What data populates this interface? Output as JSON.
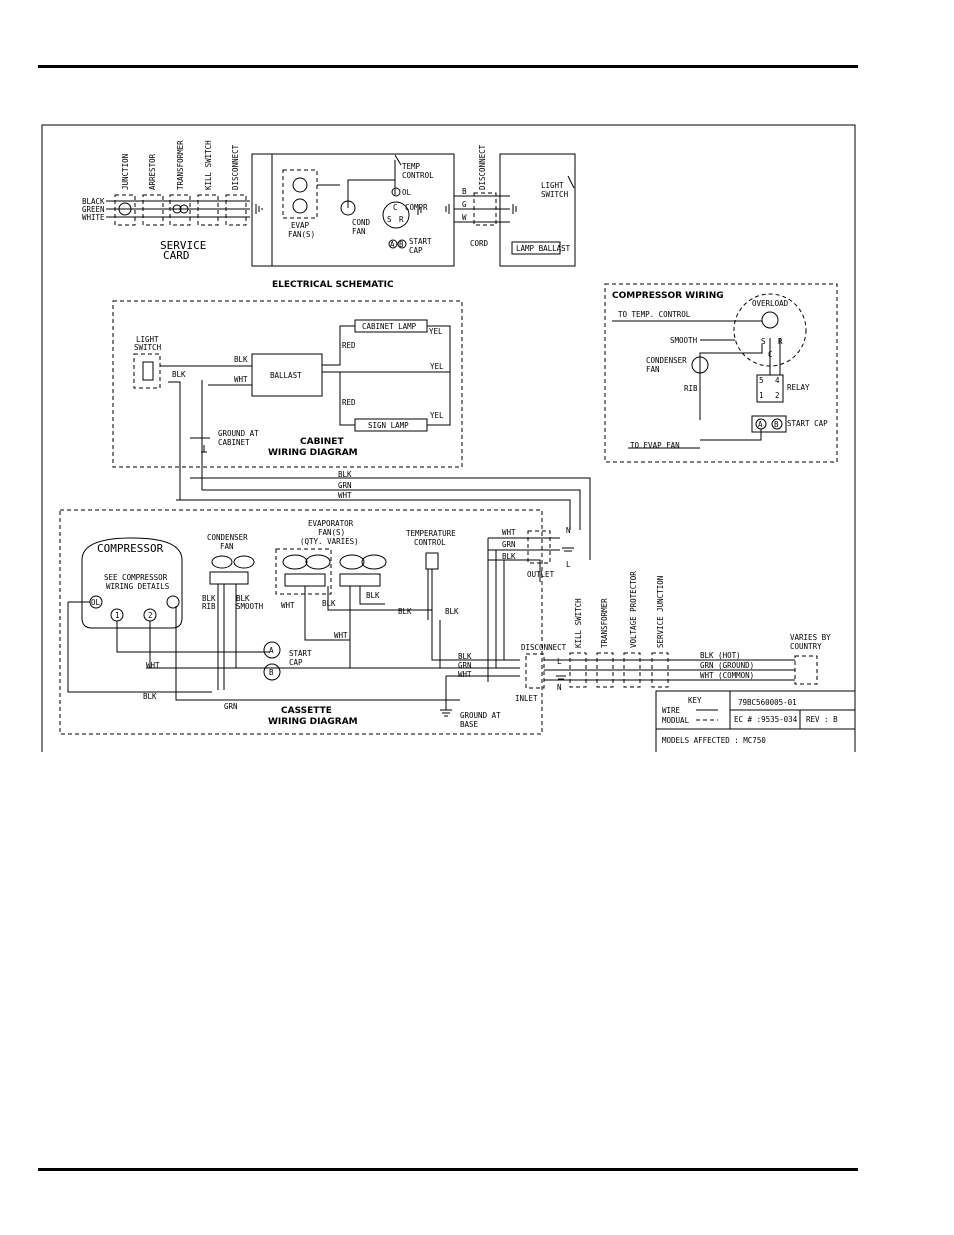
{
  "schematic": {
    "title": "ELECTRICAL SCHEMATIC",
    "svc": [
      "JUNCTION",
      "ARRESTOR",
      "TRANSFORMER",
      "KILL SWITCH",
      "DISCONNECT"
    ],
    "wires": [
      "BLACK",
      "GREEN",
      "WHITE"
    ],
    "card1": "SERVICE",
    "card2": "CARD",
    "evap1": "EVAP",
    "evap2": "FAN(S)",
    "cond1": "COND",
    "cond2": "FAN",
    "temp1": "TEMP",
    "temp2": "CONTROL",
    "compr": "COMPR",
    "ol": "OL",
    "c": "C",
    "s": "S",
    "r": "R",
    "a": "A",
    "b": "B",
    "start1": "START",
    "start2": "CAP",
    "disconnect": "DISCONNECT",
    "cord": "CORD",
    "bgw": [
      "B",
      "G",
      "W"
    ],
    "ls1": "LIGHT",
    "ls2": "SWITCH",
    "ballast": "LAMP BALLAST"
  },
  "compwiring": {
    "title": "COMPRESSOR WIRING",
    "totemp": "TO TEMP. CONTROL",
    "overload": "OVERLOAD",
    "smooth": "SMOOTH",
    "cond1": "CONDENSER",
    "cond2": "FAN",
    "rib": "RIB",
    "relay": "RELAY",
    "startcap": "START CAP",
    "toevap": "TO EVAP FAN",
    "s": "S",
    "r": "R",
    "c": "C",
    "r1": "1",
    "r2": "2",
    "r4": "4",
    "r5": "5",
    "a": "A",
    "b": "B"
  },
  "cabinet": {
    "title1": "CABINET",
    "title2": "WIRING DIAGRAM",
    "ls1": "LIGHT",
    "ls2": "SWITCH",
    "blk": "BLK",
    "wht": "WHT",
    "ballast": "BALLAST",
    "red": "RED",
    "yel": "YEL",
    "cablamp": "CABINET LAMP",
    "signlamp": "SIGN LAMP",
    "gnd1": "GROUND AT",
    "gnd2": "CABINET"
  },
  "bus": [
    "BLK",
    "GRN",
    "WHT"
  ],
  "cassette": {
    "title1": "CASSETTE",
    "title2": "WIRING DIAGRAM",
    "compressor": "COMPRESSOR",
    "see1": "SEE COMPRESSOR",
    "see2": "WIRING DETAILS",
    "ol": "OL",
    "t1": "1",
    "t2": "2",
    "cond1": "CONDENSER",
    "cond2": "FAN",
    "blk": "BLK",
    "rib": "RIB",
    "smooth": "SMOOTH",
    "evap1": "EVAPORATOR",
    "evap2": "FAN(S)",
    "evap3": "(QTY. VARIES)",
    "temp1": "TEMPERATURE",
    "temp2": "CONTROL",
    "wht": "WHT",
    "grn": "GRN",
    "a": "A",
    "b": "B",
    "start1": "START",
    "start2": "CAP",
    "gnd1": "GROUND AT",
    "gnd2": "BASE",
    "outlet": "OUTLET",
    "n": "N",
    "l": "L",
    "disconnect": "DISCONNECT",
    "inlet": "INLET",
    "chain": [
      "KILL SWITCH",
      "TRANSFORMER",
      "VOLTAGE PROTECTOR",
      "SERVICE JUNCTION"
    ],
    "hot": "BLK (HOT)",
    "ground": "GRN (GROUND)",
    "common": "WHT (COMMON)",
    "varies1": "VARIES BY",
    "varies2": "COUNTRY"
  },
  "key": {
    "title": "KEY",
    "wire": "WIRE",
    "modual": "MODUAL",
    "partno": "79BC560005-01",
    "ec": "EC # :9535-034",
    "rev": "REV : B",
    "models": "MODELS AFFECTED : MC750"
  }
}
